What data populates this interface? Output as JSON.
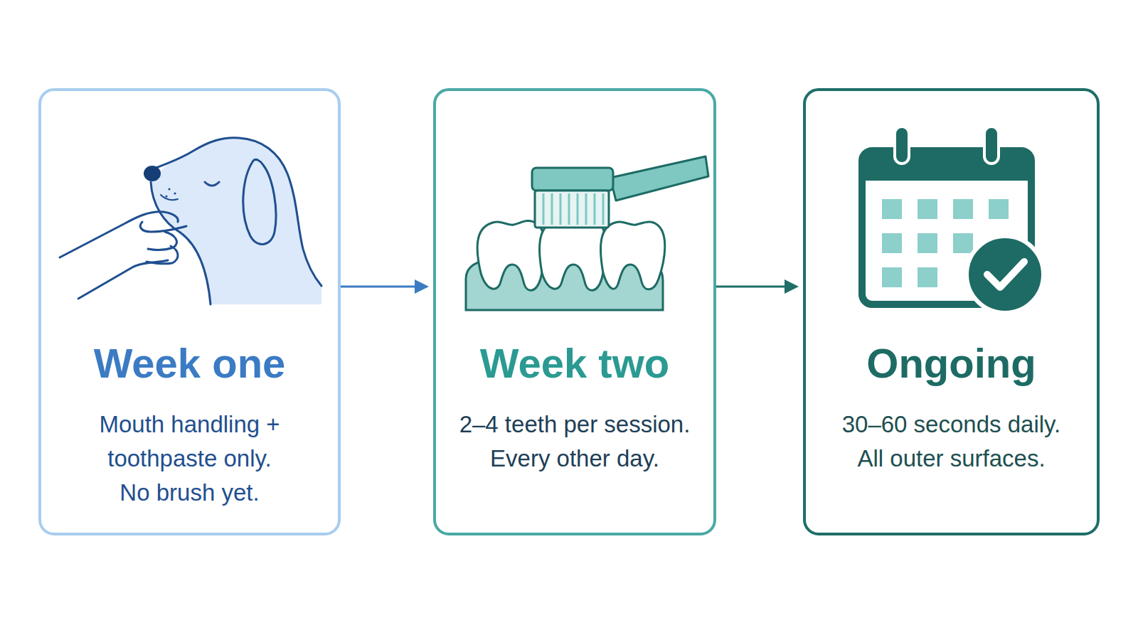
{
  "diagram": {
    "nodes": [
      {
        "text": [
          "Week one",
          "Mouth handling + toothpaste only. No brush yet."
        ]
      },
      {
        "text": [
          "Week two",
          "2–4 teeth per session. Every other day."
        ]
      },
      {
        "text": [
          "Ongoing",
          "30–60 seconds daily. All outer surfaces."
        ]
      }
    ],
    "edges": [
      {
        "from": 0,
        "to": 1,
        "arrow": "to"
      },
      {
        "from": 1,
        "to": 2,
        "arrow": "to"
      }
    ]
  }
}
